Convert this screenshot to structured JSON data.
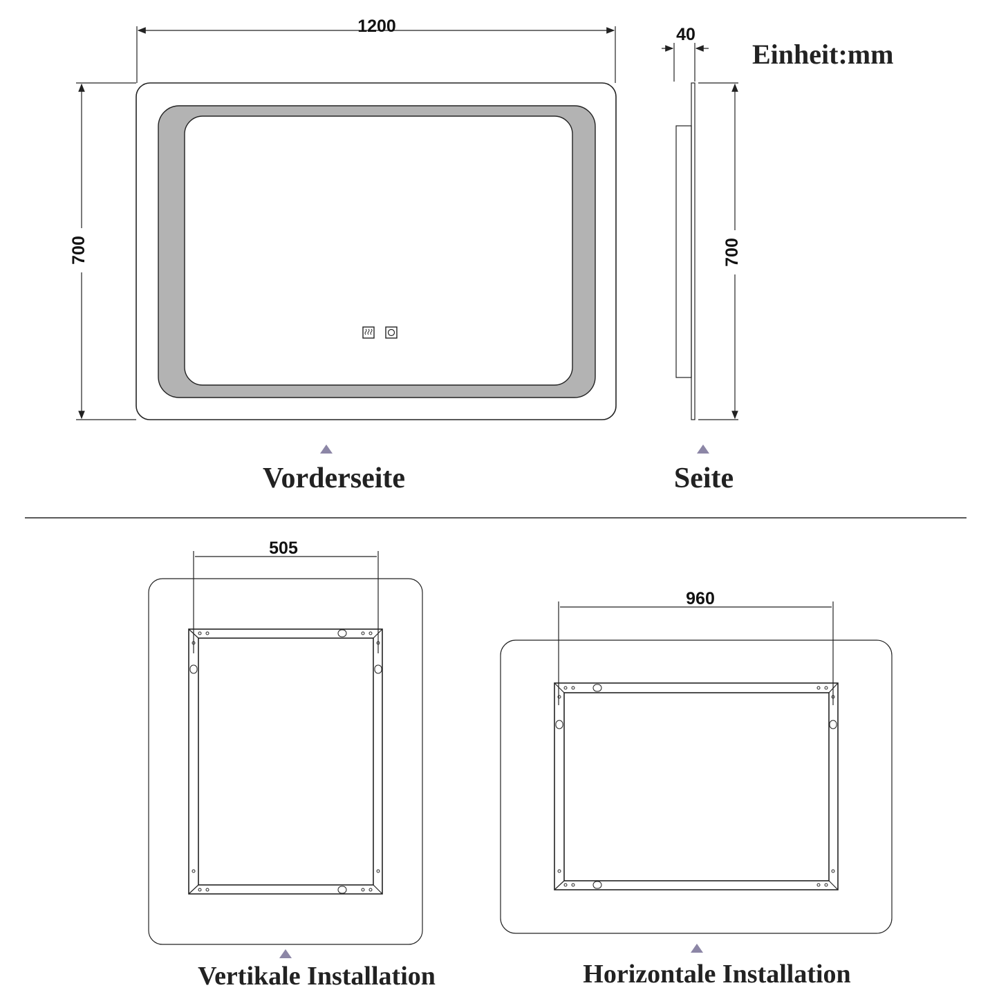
{
  "unit_label": "Einheit:mm",
  "front": {
    "width": "1200",
    "height": "700",
    "caption": "Vorderseite",
    "icons": [
      "defogger-icon",
      "power-switch-icon"
    ]
  },
  "side": {
    "depth": "40",
    "height": "700",
    "caption": "Seite"
  },
  "vertical": {
    "spacing": "505",
    "caption": "Vertikale Installation"
  },
  "horizontal": {
    "spacing": "960",
    "caption": "Horizontale Installation"
  },
  "colors": {
    "led_band": "#b3b3b3",
    "marker": "#8c86a6",
    "line": "#222222"
  }
}
